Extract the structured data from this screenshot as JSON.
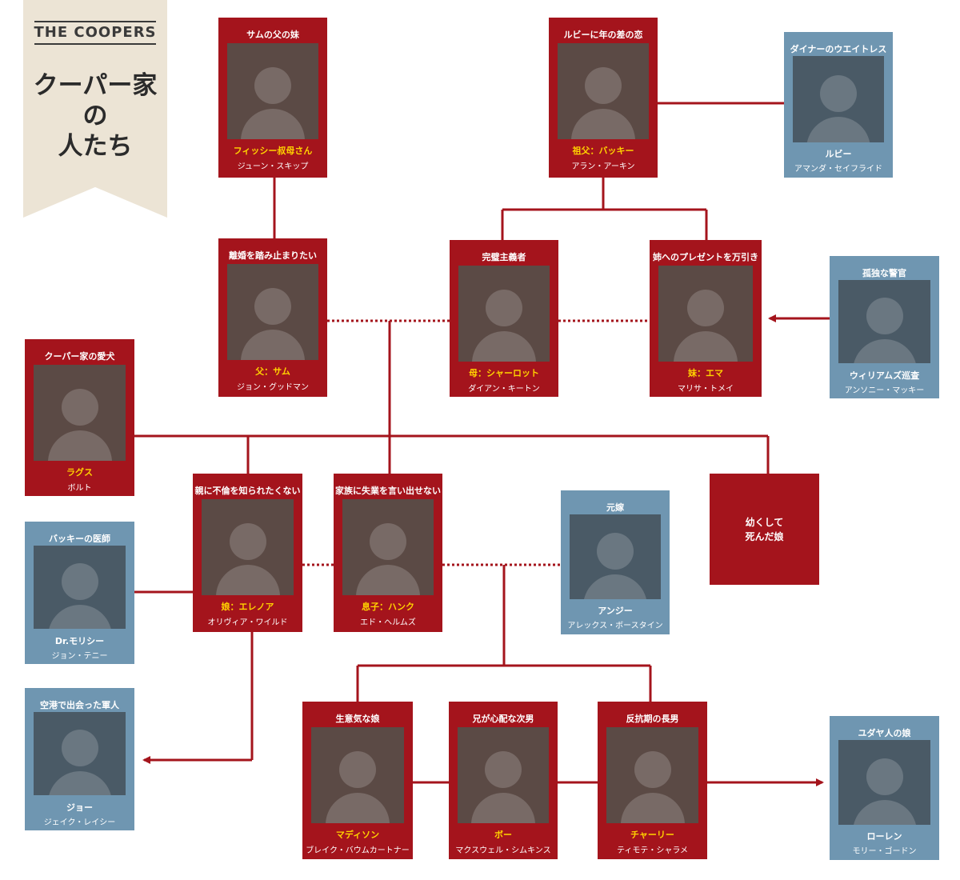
{
  "banner": {
    "en": "THE COOPERS",
    "jp": "クーパー家\nの\n人たち"
  },
  "colors": {
    "family": "#a4141c",
    "outsider": "#6f96b1",
    "name": "#ffd200",
    "line": "#a4141c"
  },
  "cards": {
    "fishy": {
      "role": "サムの父の妹",
      "name": "フィッシー叔母さん",
      "actor": "ジューン・スキップ",
      "icon": "portrait-icon"
    },
    "bucky": {
      "role": "ルビーに年の差の恋",
      "name": "祖父：バッキー",
      "actor": "アラン・アーキン",
      "icon": "portrait-icon"
    },
    "ruby": {
      "role": "ダイナーのウエイトレス",
      "name": "ルビー",
      "actor": "アマンダ・セイフライド",
      "icon": "portrait-icon"
    },
    "sam": {
      "role": "離婚を踏み止まりたい",
      "name": "父：サム",
      "actor": "ジョン・グッドマン",
      "icon": "portrait-icon"
    },
    "charlotte": {
      "role": "完璧主義者",
      "name": "母：シャーロット",
      "actor": "ダイアン・キートン",
      "icon": "portrait-icon"
    },
    "emma": {
      "role": "姉へのプレゼントを万引き",
      "name": "妹：エマ",
      "actor": "マリサ・トメイ",
      "icon": "portrait-icon"
    },
    "williams": {
      "role": "孤独な警官",
      "name": "ウィリアムズ巡査",
      "actor": "アンソニー・マッキー",
      "icon": "portrait-icon"
    },
    "rags": {
      "role": "クーパー家の愛犬",
      "name": "ラグス",
      "actor": "ボルト",
      "icon": "dog-icon"
    },
    "eleanor": {
      "role": "親に不倫を知られたくない",
      "name": "娘：エレノア",
      "actor": "オリヴィア・ワイルド",
      "icon": "portrait-icon"
    },
    "hank": {
      "role": "家族に失業を言い出せない",
      "name": "息子：ハンク",
      "actor": "エド・ヘルムズ",
      "icon": "portrait-icon"
    },
    "angie": {
      "role": "元嫁",
      "name": "アンジー",
      "actor": "アレックス・ボースタイン",
      "icon": "portrait-icon"
    },
    "daughter": {
      "text": "幼くして\n死んだ娘"
    },
    "morrissey": {
      "role": "バッキーの医師",
      "name": "Dr.モリシー",
      "actor": "ジョン・テニー",
      "icon": "portrait-icon"
    },
    "joe": {
      "role": "空港で出会った軍人",
      "name": "ジョー",
      "actor": "ジェイク・レイシー",
      "icon": "portrait-icon"
    },
    "madison": {
      "role": "生意気な娘",
      "name": "マディソン",
      "actor": "ブレイク・バウムカートナー",
      "icon": "portrait-icon"
    },
    "bo": {
      "role": "兄が心配な次男",
      "name": "ボー",
      "actor": "マクスウェル・シムキンス",
      "icon": "portrait-icon"
    },
    "charlie": {
      "role": "反抗期の長男",
      "name": "チャーリー",
      "actor": "ティモテ・シャラメ",
      "icon": "portrait-icon"
    },
    "lauren": {
      "role": "ユダヤ人の娘",
      "name": "ローレン",
      "actor": "モリー・ゴードン",
      "icon": "portrait-icon"
    }
  }
}
